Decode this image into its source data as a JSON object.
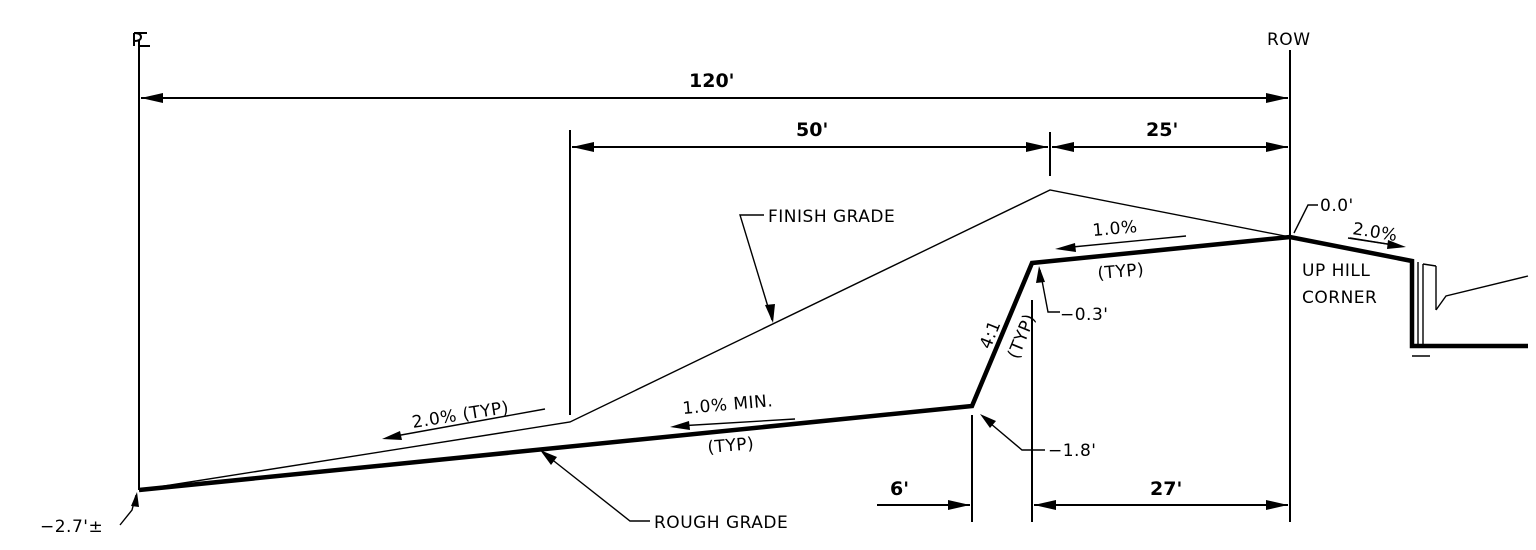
{
  "labels": {
    "pl": "PL",
    "row": "ROW",
    "dim_120": "120'",
    "dim_50": "50'",
    "dim_25": "25'",
    "dim_6": "6'",
    "dim_27": "27'",
    "finish_grade": "FINISH GRADE",
    "rough_grade": "ROUGH GRADE",
    "elev_0_0": "0.0'",
    "slope_2_0_right": "2.0%",
    "slope_1_0": "1.0%",
    "typ_top": "(TYP)",
    "up_hill": "UP HILL",
    "corner": "CORNER",
    "elev_neg_0_3": "−0.3'",
    "slope_4_1": "4:1",
    "typ_slope": "(TYP)",
    "slope_2_0_typ": "2.0% (TYP)",
    "slope_1_0_min": "1.0% MIN.",
    "typ_bottom": "(TYP)",
    "elev_neg_1_8": "−1.8'",
    "elev_neg_2_7": "−2.7'±"
  }
}
